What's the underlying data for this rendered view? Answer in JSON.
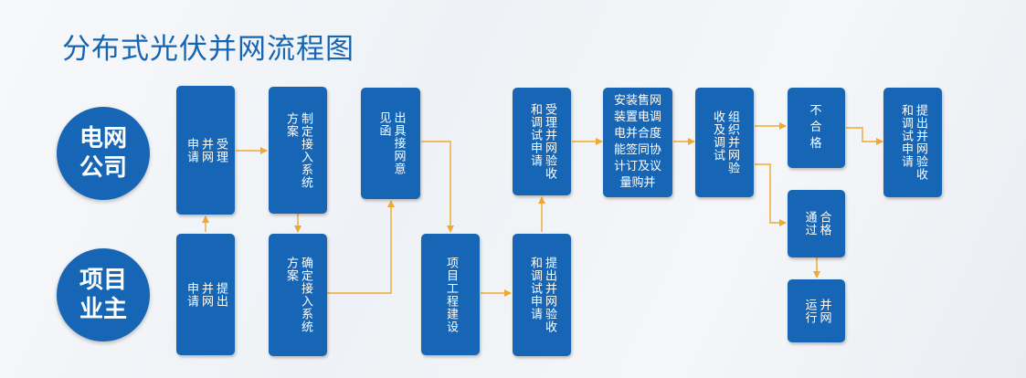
{
  "title": "分布式光伏并网流程图",
  "actors": {
    "grid": "电网\n公司",
    "owner": "项目\n业主"
  },
  "steps": {
    "accept_application": "受理\n并网\n申请",
    "submit_application": "提出\n并网\n申请",
    "formulate_plan": "制定接入系统\n方案",
    "confirm_plan": "确定接入系统\n方案",
    "issue_opinion": "出具接网意\n见函",
    "project_construction": "项目工程建设",
    "accept_acceptance": "受理并网验收\n和调试申请",
    "submit_acceptance": "提出并网验收\n和调试申请",
    "install_meter": "安装售网\n装置电调\n电并合度\n能签同协\n计订及议\n量购并",
    "acceptance_test": "组织并网验\n收及调试",
    "fail": "不\n合\n格",
    "resubmit": "提出并网验收\n和调试申请",
    "pass": "合格\n通过",
    "operate": "并网\n运行"
  },
  "colors": {
    "box": "#1666b5",
    "arrow": "#f0a830",
    "title": "#1565b3"
  }
}
